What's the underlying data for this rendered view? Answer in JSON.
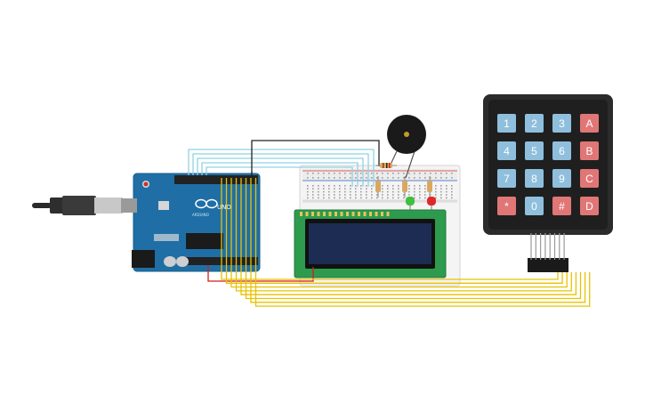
{
  "colors": {
    "canvas_bg": "#ffffff",
    "arduino_board": "#1f6fa6",
    "lcd_board": "#2e9a4d",
    "lcd_screen": "#1c2c52",
    "keypad_body": "#2b2b2b",
    "key_blue": "#8fbfdc",
    "key_red": "#e07676",
    "wire_yellow": "#e8c200",
    "wire_cyan": "#8fd2e3",
    "wire_black": "#222222",
    "wire_red": "#d21f1f",
    "led_green": "#3ec03e",
    "led_red": "#e02828",
    "buzzer": "#1a1a1a",
    "breadboard": "#f2f2f2"
  },
  "arduino": {
    "brand": "ARDUINO",
    "model": "UNO",
    "icon": "arduino-infinity-logo"
  },
  "keypad": {
    "rows": [
      [
        {
          "label": "1",
          "color": "blue"
        },
        {
          "label": "2",
          "color": "blue"
        },
        {
          "label": "3",
          "color": "blue"
        },
        {
          "label": "A",
          "color": "red"
        }
      ],
      [
        {
          "label": "4",
          "color": "blue"
        },
        {
          "label": "5",
          "color": "blue"
        },
        {
          "label": "6",
          "color": "blue"
        },
        {
          "label": "B",
          "color": "red"
        }
      ],
      [
        {
          "label": "7",
          "color": "blue"
        },
        {
          "label": "8",
          "color": "blue"
        },
        {
          "label": "9",
          "color": "blue"
        },
        {
          "label": "C",
          "color": "red"
        }
      ],
      [
        {
          "label": "*",
          "color": "red"
        },
        {
          "label": "0",
          "color": "blue"
        },
        {
          "label": "#",
          "color": "red"
        },
        {
          "label": "D",
          "color": "red"
        }
      ]
    ]
  }
}
